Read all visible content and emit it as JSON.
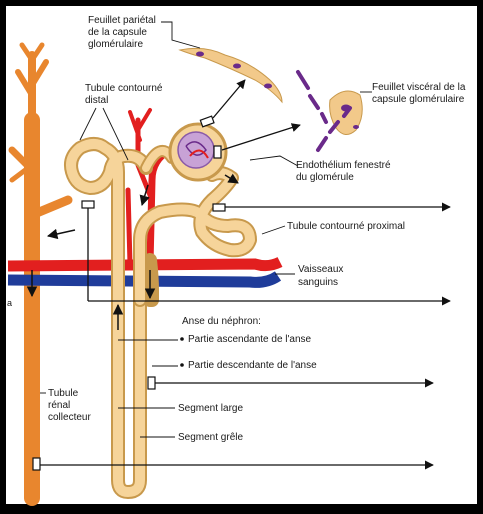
{
  "labels": {
    "parietal": [
      "Feuillet pariétal",
      "de la capsule",
      "glomérulaire"
    ],
    "visceral": [
      "Feuillet viscéral de la",
      "capsule glomérulaire"
    ],
    "distal": [
      "Tubule contourné",
      "distal"
    ],
    "endothelium": [
      "Endothélium fenestré",
      "du glomérule"
    ],
    "proximal": "Tubule contourné proximal",
    "vessels": [
      "Vaisseaux",
      "sanguins"
    ],
    "loop_title": "Anse du néphron:",
    "loop_ascending": "Partie ascendante de l'anse",
    "loop_descending": "Partie descendante de l'anse",
    "segment_large": "Segment large",
    "segment_thin": "Segment grêle",
    "collecting": [
      "Tubule",
      "rénal",
      "collecteur"
    ],
    "edge_fragment": "a"
  },
  "colors": {
    "background": "#000000",
    "panel": "#ffffff",
    "tubule": "#f6d49a",
    "tubule_outline": "#c8994c",
    "collecting_duct": "#e8862e",
    "artery": "#e21f1f",
    "vein": "#1f3c9a",
    "glomerulus": "#c8a2d6",
    "cell_nucleus": "#6a2a8a"
  }
}
